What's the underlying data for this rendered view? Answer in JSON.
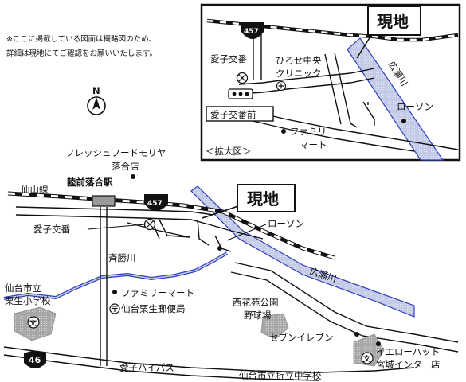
{
  "notice": {
    "line1": "※ここに掲載している図面は概略図のため、",
    "line2": "詳細は現地にてご確認をお願いいたします。"
  },
  "compass": {
    "label": "N"
  },
  "inset": {
    "site": "現地",
    "route": "457",
    "koban": "愛子交番",
    "clinic_line1": "ひろせ中央",
    "clinic_line2": "クリニック",
    "river": "広瀬川",
    "lawson": "ローソン",
    "bus_stop": "愛子交番前",
    "familymart_line1": "ファミリー",
    "familymart_line2": "マート",
    "caption": "＜拡大図＞"
  },
  "main": {
    "fresh_food_line1": "フレッシュフードモリヤ",
    "fresh_food_line2": "落合店",
    "rail_line": "仙山線",
    "station": "陸前落合駅",
    "route": "457",
    "site": "現地",
    "koban": "愛子交番",
    "lawson": "ローソン",
    "saisho_river": "斉勝川",
    "hirose_river": "広瀬川",
    "elementary_line1": "仙台市立",
    "elementary_line2": "栗生小学校",
    "familymart": "ファミリーマート",
    "post_office": "仙台栗生郵便局",
    "park_line1": "西花苑公園",
    "park_line2": "野球場",
    "seven": "セブンイレブン",
    "yellow_hat_line1": "イエローハット",
    "yellow_hat_line2": "宮城インター店",
    "route46": "46",
    "bypass": "愛子バイパス",
    "junior_high": "仙台市立折立中学校"
  },
  "colors": {
    "river_fill": "#c4cbe6",
    "river_edge": "#2f3fbf",
    "road_gray": "#9a9a9a",
    "school_gray": "#a8a8a8",
    "ink": "#111111"
  },
  "icons": {
    "compass": "north-arrow-icon",
    "koban": "police-box-icon",
    "clinic": "clinic-cross-icon",
    "post_office": "post-office-icon",
    "school": "school-icon",
    "bus_stop": "bus-stop-icon",
    "route_shield": "route-shield-icon"
  }
}
